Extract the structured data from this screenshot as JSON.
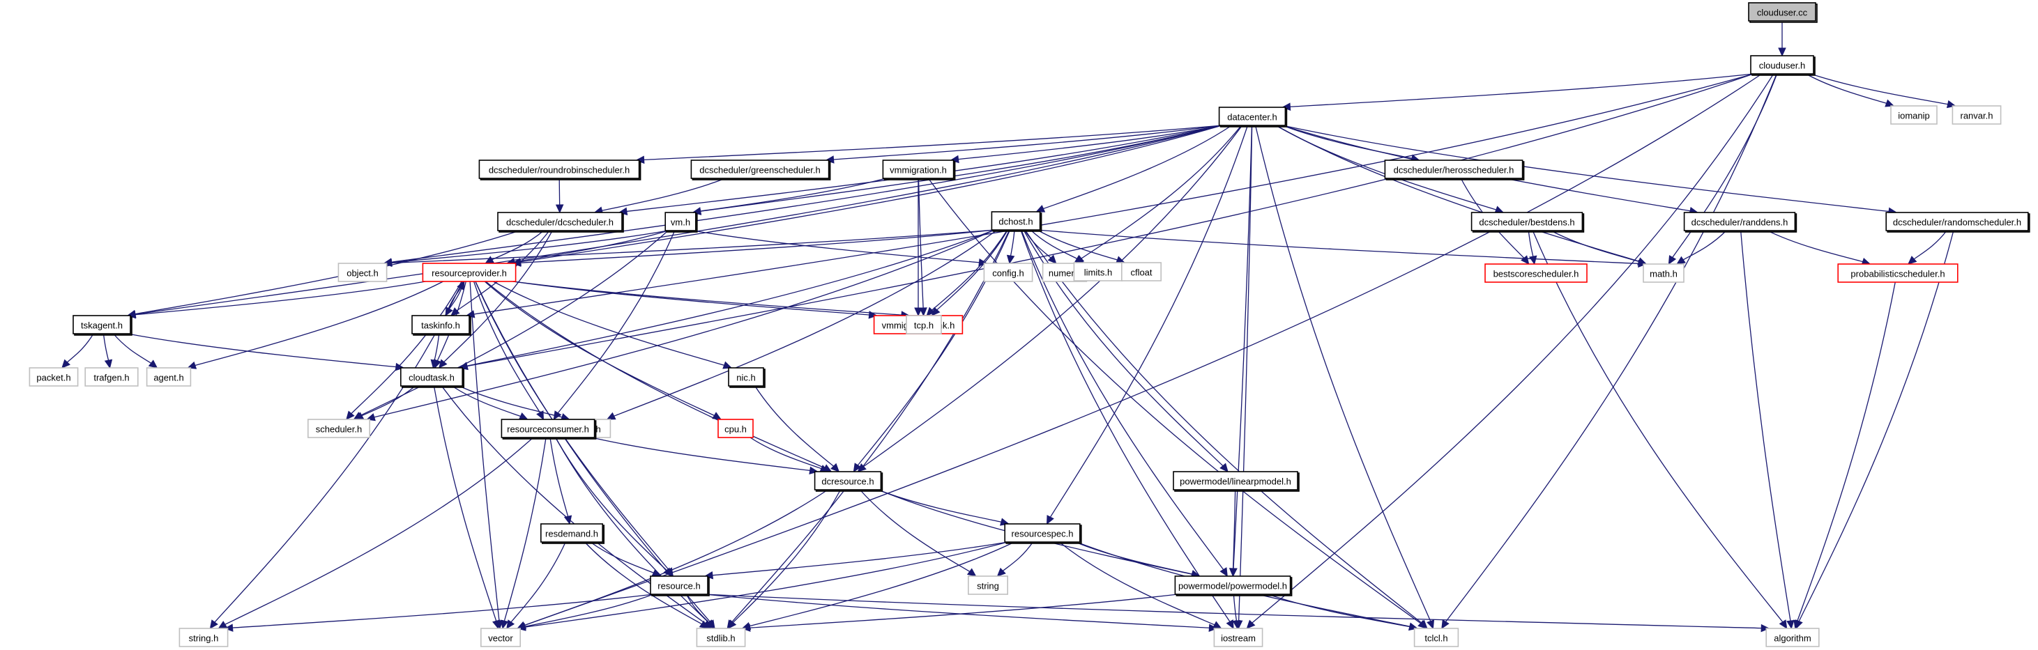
{
  "title": "clouduser.cc include dependency graph",
  "colors": {
    "edge": "#191970",
    "documented_border": "#000000",
    "external_border": "#bfbfbf",
    "truncated_border": "#ff0000",
    "root_fill": "#bfbfbf"
  },
  "nodes": [
    {
      "id": "clouduser_cc",
      "label": "clouduser.cc",
      "kind": "root"
    },
    {
      "id": "clouduser_h",
      "label": "clouduser.h",
      "kind": "main"
    },
    {
      "id": "iomanip",
      "label": "iomanip",
      "kind": "ext"
    },
    {
      "id": "ranvar_h",
      "label": "ranvar.h",
      "kind": "ext"
    },
    {
      "id": "datacenter_h",
      "label": "datacenter.h",
      "kind": "main"
    },
    {
      "id": "rr_sched",
      "label": "dcscheduler/roundrobinscheduler.h",
      "kind": "main"
    },
    {
      "id": "green_sched",
      "label": "dcscheduler/greenscheduler.h",
      "kind": "main"
    },
    {
      "id": "vmmigration_h",
      "label": "vmmigration.h",
      "kind": "main"
    },
    {
      "id": "heros_sched",
      "label": "dcscheduler/herosscheduler.h",
      "kind": "main"
    },
    {
      "id": "bestdens",
      "label": "dcscheduler/bestdens.h",
      "kind": "main"
    },
    {
      "id": "randdens",
      "label": "dcscheduler/randdens.h",
      "kind": "main"
    },
    {
      "id": "random_sched",
      "label": "dcscheduler/randomscheduler.h",
      "kind": "main"
    },
    {
      "id": "dcscheduler_h",
      "label": "dcscheduler/dcscheduler.h",
      "kind": "main"
    },
    {
      "id": "vm_h",
      "label": "vm.h",
      "kind": "main"
    },
    {
      "id": "dchost_h",
      "label": "dchost.h",
      "kind": "main"
    },
    {
      "id": "object_h",
      "label": "object.h",
      "kind": "ext"
    },
    {
      "id": "config_h",
      "label": "config.h",
      "kind": "ext"
    },
    {
      "id": "numeric",
      "label": "numeric",
      "kind": "ext"
    },
    {
      "id": "limits_h",
      "label": "limits.h",
      "kind": "ext"
    },
    {
      "id": "cfloat",
      "label": "cfloat",
      "kind": "ext"
    },
    {
      "id": "bestscore",
      "label": "bestscorescheduler.h",
      "kind": "trunc"
    },
    {
      "id": "math_h",
      "label": "math.h",
      "kind": "ext"
    },
    {
      "id": "probsched",
      "label": "probabilisticscheduler.h",
      "kind": "trunc"
    },
    {
      "id": "resprov",
      "label": "resourceprovider.h",
      "kind": "trunc"
    },
    {
      "id": "vmmigsink",
      "label": "vmmigrationsink.h",
      "kind": "trunc"
    },
    {
      "id": "tcp_h",
      "label": "tcp.h",
      "kind": "ext"
    },
    {
      "id": "tskagent",
      "label": "tskagent.h",
      "kind": "main"
    },
    {
      "id": "taskinfo",
      "label": "taskinfo.h",
      "kind": "main"
    },
    {
      "id": "packet_h",
      "label": "packet.h",
      "kind": "ext"
    },
    {
      "id": "trafgen_h",
      "label": "trafgen.h",
      "kind": "ext"
    },
    {
      "id": "agent_h",
      "label": "agent.h",
      "kind": "ext"
    },
    {
      "id": "cloudtask",
      "label": "cloudtask.h",
      "kind": "main"
    },
    {
      "id": "nic_h",
      "label": "nic.h",
      "kind": "main"
    },
    {
      "id": "scheduler_h",
      "label": "scheduler.h",
      "kind": "ext"
    },
    {
      "id": "float_h",
      "label": "float.h",
      "kind": "ext"
    },
    {
      "id": "cpu_h",
      "label": "cpu.h",
      "kind": "trunc"
    },
    {
      "id": "rescons",
      "label": "resourceconsumer.h",
      "kind": "main"
    },
    {
      "id": "dcresource",
      "label": "dcresource.h",
      "kind": "main"
    },
    {
      "id": "linearp",
      "label": "powermodel/linearpmodel.h",
      "kind": "main"
    },
    {
      "id": "resdemand",
      "label": "resdemand.h",
      "kind": "main"
    },
    {
      "id": "resspec",
      "label": "resourcespec.h",
      "kind": "main"
    },
    {
      "id": "string",
      "label": "string",
      "kind": "ext"
    },
    {
      "id": "powermodel",
      "label": "powermodel/powermodel.h",
      "kind": "main"
    },
    {
      "id": "resource_h",
      "label": "resource.h",
      "kind": "main"
    },
    {
      "id": "string_h",
      "label": "string.h",
      "kind": "ext"
    },
    {
      "id": "vector",
      "label": "vector",
      "kind": "ext"
    },
    {
      "id": "stdlib_h",
      "label": "stdlib.h",
      "kind": "ext"
    },
    {
      "id": "iostream",
      "label": "iostream",
      "kind": "ext"
    },
    {
      "id": "tclcl_h",
      "label": "tclcl.h",
      "kind": "ext"
    },
    {
      "id": "algorithm",
      "label": "algorithm",
      "kind": "ext"
    }
  ],
  "edges": [
    [
      "clouduser_cc",
      "clouduser_h"
    ],
    [
      "clouduser_h",
      "iomanip"
    ],
    [
      "clouduser_h",
      "ranvar_h"
    ],
    [
      "clouduser_h",
      "datacenter_h"
    ],
    [
      "clouduser_h",
      "math_h"
    ],
    [
      "clouduser_h",
      "iostream"
    ],
    [
      "clouduser_h",
      "tclcl_h"
    ],
    [
      "clouduser_h",
      "vector"
    ],
    [
      "clouduser_h",
      "cloudtask"
    ],
    [
      "clouduser_h",
      "taskinfo"
    ],
    [
      "datacenter_h",
      "rr_sched"
    ],
    [
      "datacenter_h",
      "green_sched"
    ],
    [
      "datacenter_h",
      "vmmigration_h"
    ],
    [
      "datacenter_h",
      "heros_sched"
    ],
    [
      "datacenter_h",
      "bestdens"
    ],
    [
      "datacenter_h",
      "randdens"
    ],
    [
      "datacenter_h",
      "random_sched"
    ],
    [
      "datacenter_h",
      "dcscheduler_h"
    ],
    [
      "datacenter_h",
      "vm_h"
    ],
    [
      "datacenter_h",
      "dchost_h"
    ],
    [
      "datacenter_h",
      "object_h"
    ],
    [
      "datacenter_h",
      "numeric"
    ],
    [
      "datacenter_h",
      "math_h"
    ],
    [
      "datacenter_h",
      "tskagent"
    ],
    [
      "datacenter_h",
      "resspec"
    ],
    [
      "datacenter_h",
      "dcresource"
    ],
    [
      "datacenter_h",
      "powermodel"
    ],
    [
      "datacenter_h",
      "iostream"
    ],
    [
      "datacenter_h",
      "tclcl_h"
    ],
    [
      "datacenter_h",
      "resprov"
    ],
    [
      "rr_sched",
      "dcscheduler_h"
    ],
    [
      "green_sched",
      "dcscheduler_h"
    ],
    [
      "vmmigration_h",
      "vm_h"
    ],
    [
      "vmmigration_h",
      "vmmigsink"
    ],
    [
      "vmmigration_h",
      "tcp_h"
    ],
    [
      "vmmigration_h",
      "tclcl_h"
    ],
    [
      "heros_sched",
      "bestscore"
    ],
    [
      "bestdens",
      "bestscore"
    ],
    [
      "bestdens",
      "math_h"
    ],
    [
      "bestdens",
      "algorithm"
    ],
    [
      "randdens",
      "math_h"
    ],
    [
      "randdens",
      "probsched"
    ],
    [
      "randdens",
      "algorithm"
    ],
    [
      "random_sched",
      "probsched"
    ],
    [
      "random_sched",
      "algorithm"
    ],
    [
      "probsched",
      "algorithm"
    ],
    [
      "dcscheduler_h",
      "resprov"
    ],
    [
      "dcscheduler_h",
      "tskagent"
    ],
    [
      "dcscheduler_h",
      "cloudtask"
    ],
    [
      "dcscheduler_h",
      "taskinfo"
    ],
    [
      "vm_h",
      "resprov"
    ],
    [
      "vm_h",
      "object_h"
    ],
    [
      "vm_h",
      "config_h"
    ],
    [
      "vm_h",
      "rescons"
    ],
    [
      "vm_h",
      "scheduler_h"
    ],
    [
      "dchost_h",
      "resprov"
    ],
    [
      "dchost_h",
      "object_h"
    ],
    [
      "dchost_h",
      "config_h"
    ],
    [
      "dchost_h",
      "numeric"
    ],
    [
      "dchost_h",
      "limits_h"
    ],
    [
      "dchost_h",
      "cfloat"
    ],
    [
      "dchost_h",
      "math_h"
    ],
    [
      "dchost_h",
      "vmmigsink"
    ],
    [
      "dchost_h",
      "tcp_h"
    ],
    [
      "dchost_h",
      "cloudtask"
    ],
    [
      "dchost_h",
      "scheduler_h"
    ],
    [
      "dchost_h",
      "float_h"
    ],
    [
      "dchost_h",
      "dcresource"
    ],
    [
      "dchost_h",
      "linearp"
    ],
    [
      "dchost_h",
      "powermodel"
    ],
    [
      "dchost_h",
      "stdlib_h"
    ],
    [
      "dchost_h",
      "iostream"
    ],
    [
      "dchost_h",
      "tclcl_h"
    ],
    [
      "resprov",
      "vmmigsink"
    ],
    [
      "resprov",
      "tcp_h"
    ],
    [
      "resprov",
      "tskagent"
    ],
    [
      "resprov",
      "taskinfo"
    ],
    [
      "resprov",
      "agent_h"
    ],
    [
      "resprov",
      "cloudtask"
    ],
    [
      "resprov",
      "nic_h"
    ],
    [
      "resprov",
      "cpu_h"
    ],
    [
      "resprov",
      "rescons"
    ],
    [
      "resprov",
      "dcresource"
    ],
    [
      "resprov",
      "resource_h"
    ],
    [
      "resprov",
      "scheduler_h"
    ],
    [
      "resprov",
      "vector"
    ],
    [
      "resprov",
      "stdlib_h"
    ],
    [
      "resprov",
      "string_h"
    ],
    [
      "taskinfo",
      "resprov"
    ],
    [
      "taskinfo",
      "cloudtask"
    ],
    [
      "tskagent",
      "packet_h"
    ],
    [
      "tskagent",
      "trafgen_h"
    ],
    [
      "tskagent",
      "agent_h"
    ],
    [
      "tskagent",
      "cloudtask"
    ],
    [
      "cloudtask",
      "rescons"
    ],
    [
      "cloudtask",
      "float_h"
    ],
    [
      "cloudtask",
      "scheduler_h"
    ],
    [
      "cloudtask",
      "vector"
    ],
    [
      "cloudtask",
      "stdlib_h"
    ],
    [
      "nic_h",
      "dcresource"
    ],
    [
      "cpu_h",
      "dcresource"
    ],
    [
      "rescons",
      "dcresource"
    ],
    [
      "rescons",
      "resdemand"
    ],
    [
      "rescons",
      "resource_h"
    ],
    [
      "rescons",
      "vector"
    ],
    [
      "rescons",
      "stdlib_h"
    ],
    [
      "rescons",
      "string_h"
    ],
    [
      "dcresource",
      "resspec"
    ],
    [
      "dcresource",
      "string"
    ],
    [
      "dcresource",
      "powermodel"
    ],
    [
      "dcresource",
      "vector"
    ],
    [
      "dcresource",
      "stdlib_h"
    ],
    [
      "linearp",
      "powermodel"
    ],
    [
      "resdemand",
      "resource_h"
    ],
    [
      "resdemand",
      "vector"
    ],
    [
      "resdemand",
      "stdlib_h"
    ],
    [
      "resspec",
      "resource_h"
    ],
    [
      "resspec",
      "string"
    ],
    [
      "resspec",
      "powermodel"
    ],
    [
      "resspec",
      "vector"
    ],
    [
      "resspec",
      "stdlib_h"
    ],
    [
      "resspec",
      "iostream"
    ],
    [
      "resspec",
      "tclcl_h"
    ],
    [
      "powermodel",
      "iostream"
    ],
    [
      "powermodel",
      "tclcl_h"
    ],
    [
      "powermodel",
      "stdlib_h"
    ],
    [
      "resource_h",
      "string_h"
    ],
    [
      "resource_h",
      "vector"
    ],
    [
      "resource_h",
      "stdlib_h"
    ],
    [
      "resource_h",
      "algorithm"
    ],
    [
      "resource_h",
      "iostream"
    ]
  ]
}
